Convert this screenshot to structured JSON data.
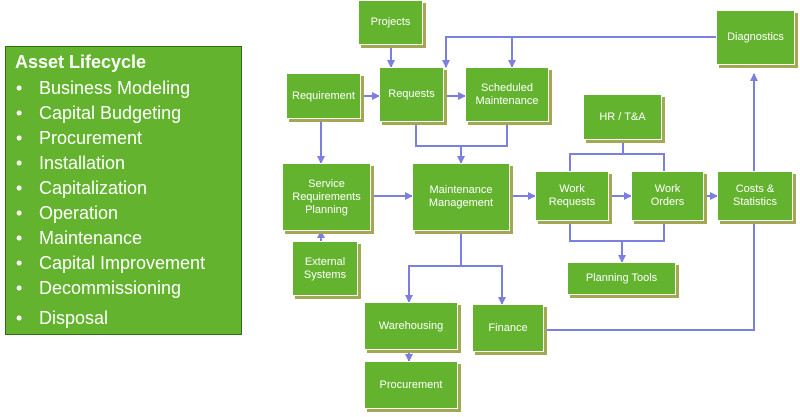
{
  "panel": {
    "title": "Asset Lifecycle",
    "bullet": "•",
    "items": [
      "Business Modeling",
      "Capital Budgeting",
      "Procurement",
      "Installation",
      "Capitalization",
      "Operation",
      "Maintenance",
      "Capital Improvement",
      "Decommissioning",
      "Disposal"
    ]
  },
  "nodes": {
    "projects": "Projects",
    "diagnostics": "Diagnostics",
    "requirement": "Requirement",
    "requests": "Requests",
    "scheduled_maintenance": "Scheduled\nMaintenance",
    "hr_ta": "HR / T&A",
    "service_requirements_planning": "Service\nRequirements\nPlanning",
    "maintenance_management": "Maintenance\nManagement",
    "work_requests": "Work\nRequests",
    "work_orders": "Work\nOrders",
    "costs_statistics": "Costs &\nStatistics",
    "external_systems": "External\nSystems",
    "planning_tools": "Planning Tools",
    "warehousing": "Warehousing",
    "finance": "Finance",
    "procurement": "Procurement"
  },
  "colors": {
    "box_fill": "#63b32e",
    "box_shadow": "#a3a852",
    "connector": "#7b7fe0",
    "text": "#ffffff"
  }
}
